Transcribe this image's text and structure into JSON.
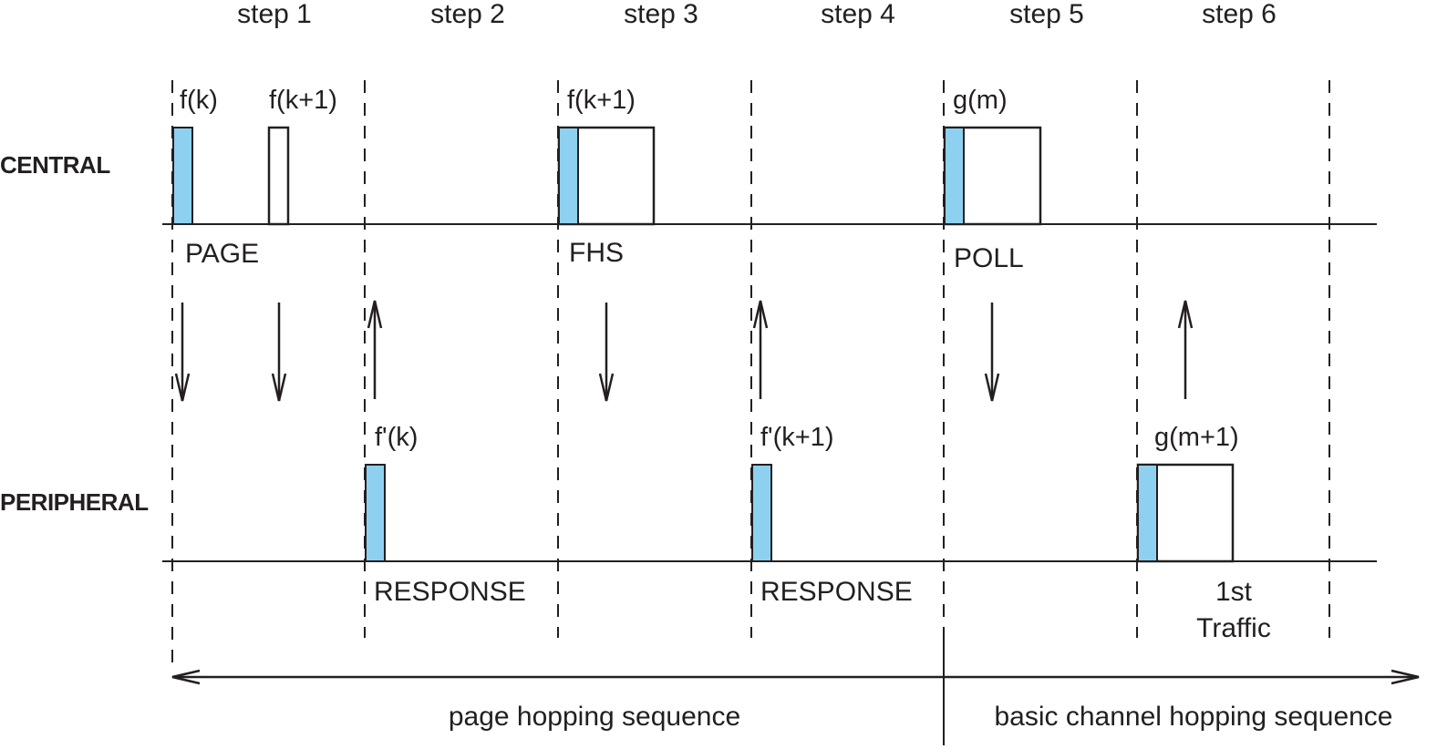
{
  "steps": [
    "step 1",
    "step 2",
    "step 3",
    "step 4",
    "step 5",
    "step 6"
  ],
  "rows": {
    "central": "CENTRAL",
    "peripheral": "PERIPHERAL"
  },
  "central_packets": {
    "p1": {
      "freq": "f(k)"
    },
    "p2": {
      "freq": "f(k+1)"
    },
    "p3": {
      "freq": "f(k+1)",
      "name": "FHS"
    },
    "p4": {
      "freq": "g(m)",
      "name": "POLL"
    },
    "page_label": "PAGE"
  },
  "peripheral_packets": {
    "p1": {
      "freq": "f'(k)",
      "name": "RESPONSE"
    },
    "p2": {
      "freq": "f'(k+1)",
      "name": "RESPONSE"
    },
    "p3": {
      "freq": "g(m+1)",
      "name_line1": "1st",
      "name_line2": "Traffic"
    }
  },
  "sequences": {
    "left": "page hopping sequence",
    "right": "basic channel hopping sequence"
  },
  "colors": {
    "packet_header": "#8ed0f0",
    "ink": "#231f20"
  }
}
